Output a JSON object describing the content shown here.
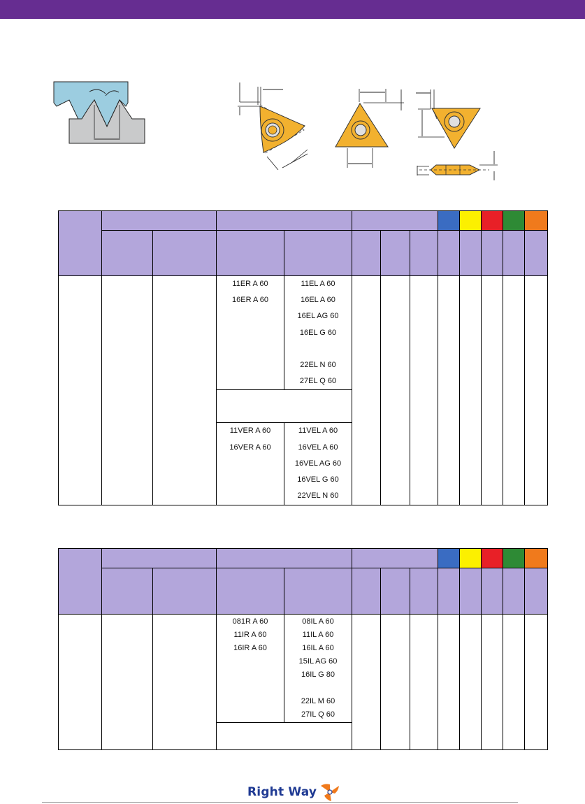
{
  "brand": {
    "name": "Right Way",
    "bar_color": "#662d91",
    "logo_color": "#1f3a93",
    "logo_mark_color": "#f07a1c"
  },
  "material_colors": [
    "#3a6cc2",
    "#fcf000",
    "#e82027",
    "#2e8a35",
    "#f07a1c"
  ],
  "table_external": {
    "group_a": {
      "right": [
        "11ER A 60",
        "16ER A 60"
      ],
      "left": [
        "11EL A 60",
        "16EL A 60",
        "16EL AG 60",
        "16EL G 60",
        "",
        "22EL N 60",
        "27EL Q 60"
      ]
    },
    "group_b": {
      "right": [
        "11VER A 60",
        "16VER A 60"
      ],
      "left": [
        "11VEL A 60",
        "16VEL A 60",
        "16VEL AG 60",
        "16VEL G 60",
        "22VEL N 60"
      ]
    }
  },
  "table_internal": {
    "right": [
      "081R A 60",
      "11IR A 60",
      "16IR A 60"
    ],
    "left": [
      "08IL A 60",
      "11IL A 60",
      "16IL A 60",
      "15IL AG 60",
      "16IL G 80",
      "",
      "22IL M 60",
      "27IL Q 60"
    ]
  }
}
